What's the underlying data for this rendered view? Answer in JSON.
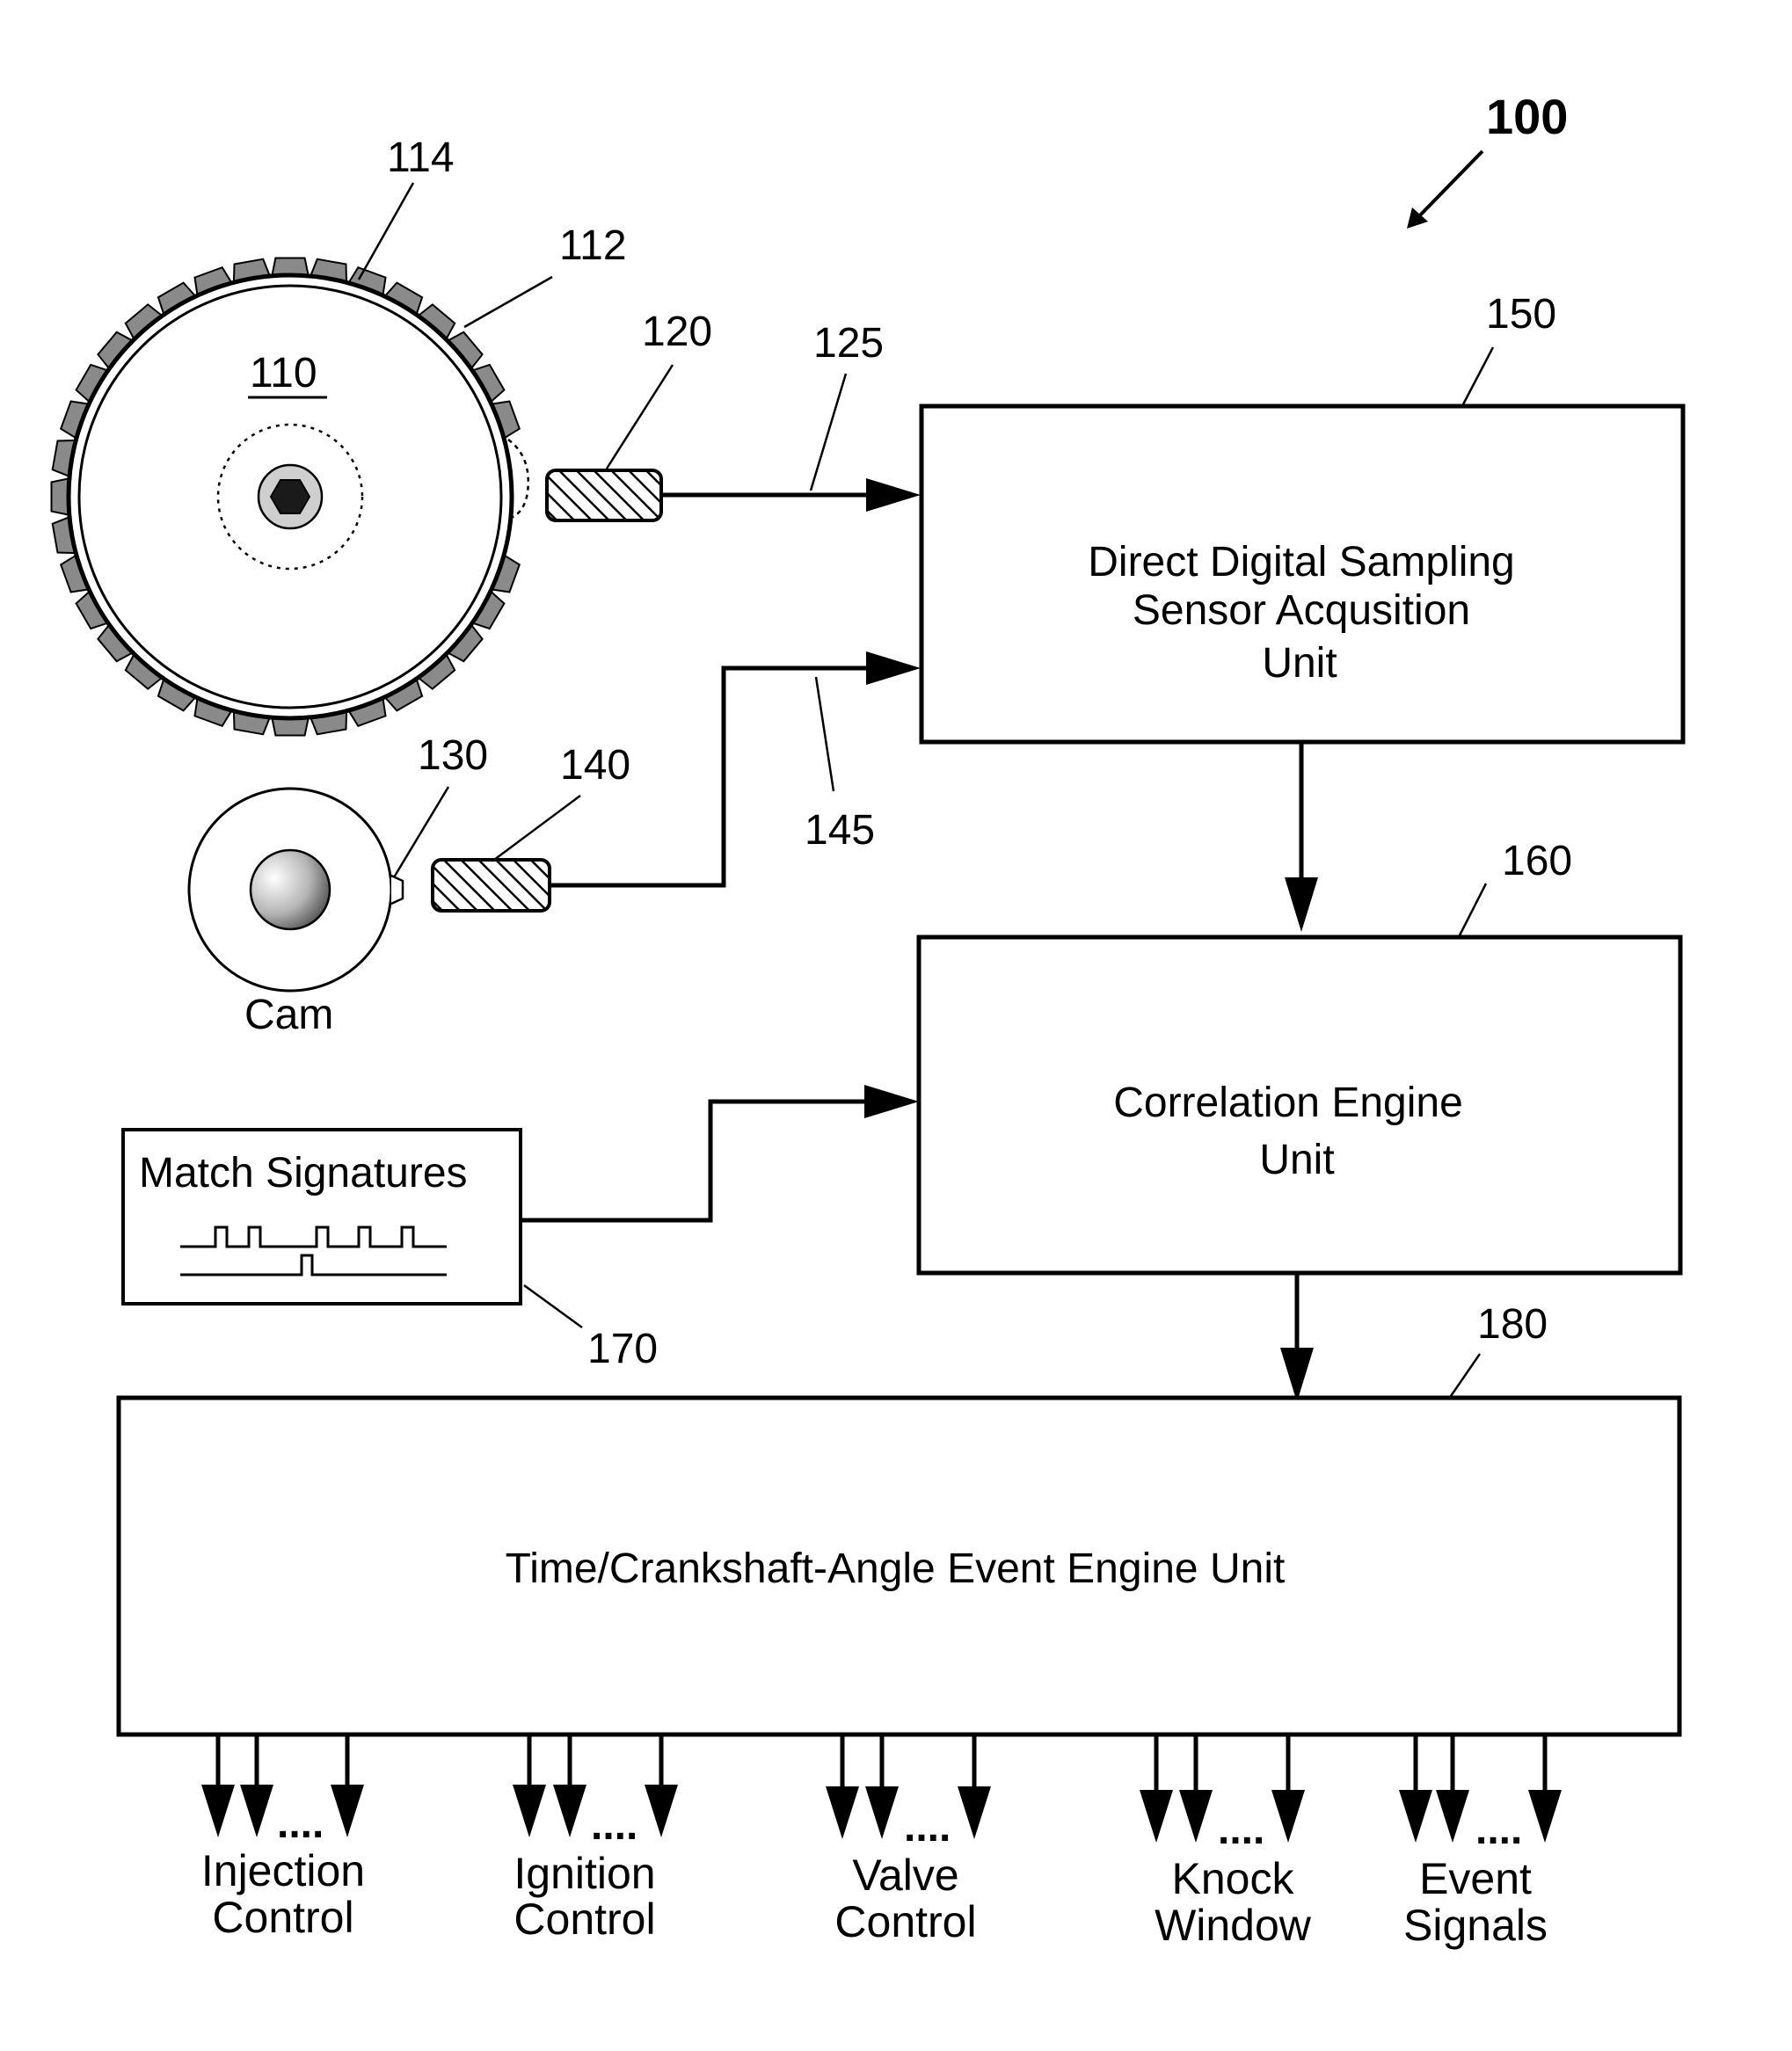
{
  "figure_ref": "100",
  "crank": {
    "wheel_ref": "110",
    "rim_ref": "112",
    "teeth_ref": "114",
    "sensor_ref": "120",
    "signal_ref": "125"
  },
  "cam": {
    "label": "Cam",
    "lobe_ref": "130",
    "sensor_ref": "140",
    "signal_ref": "145"
  },
  "blocks": {
    "acquisition": {
      "ref": "150",
      "lines": [
        "Direct Digital Sampling",
        "Sensor Acqusition",
        "Unit"
      ]
    },
    "correlation": {
      "ref": "160",
      "lines": [
        "Correlation Engine",
        "Unit"
      ]
    },
    "signatures": {
      "ref": "170",
      "title": "Match Signatures"
    },
    "event_engine": {
      "ref": "180",
      "label": "Time/Crankshaft-Angle Event Engine Unit"
    }
  },
  "outputs": [
    {
      "line1": "Injection",
      "line2": "Control",
      "dots": "...."
    },
    {
      "line1": "Ignition",
      "line2": "Control",
      "dots": "...."
    },
    {
      "line1": "Valve",
      "line2": "Control",
      "dots": "...."
    },
    {
      "line1": "Knock",
      "line2": "Window",
      "dots": "...."
    },
    {
      "line1": "Event",
      "line2": "Signals",
      "dots": "...."
    }
  ],
  "colors": {
    "ink": "#000000",
    "tooth": "#8a8a8a",
    "background": "#ffffff"
  }
}
